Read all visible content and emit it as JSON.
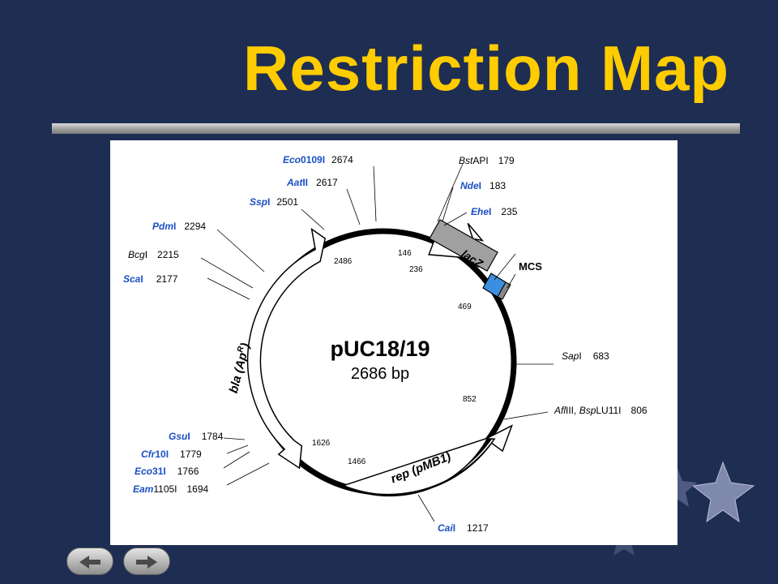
{
  "slide": {
    "title": "Restriction Map"
  },
  "plasmid": {
    "name": "pUC18/19",
    "size": "2686 bp",
    "colors": {
      "site_blue": "#1a4fc4",
      "lacz_fill": "#a0a0a0",
      "mcs_fill": "#3c8fe0"
    },
    "features": {
      "bla_pre": "bla (Ap",
      "bla_sup": "R",
      "bla_post": ")",
      "lacz": "lacZ",
      "mcs": "MCS",
      "rep": "rep (pMB1)"
    },
    "coords": {
      "c2486": "2486",
      "c146": "146",
      "c236": "236",
      "c469": "469",
      "c852": "852",
      "c1626": "1626",
      "c1466": "1466"
    },
    "sites": {
      "eco0109": {
        "italic": "Eco",
        "rest": "0109I",
        "pos": "2674"
      },
      "aat": {
        "italic": "Aat",
        "rest": "II",
        "pos": "2617"
      },
      "ssp": {
        "italic": "Ssp",
        "rest": "I",
        "pos": "2501"
      },
      "pdm": {
        "italic": "Pdm",
        "rest": "I",
        "pos": "2294"
      },
      "bcg": {
        "italic": "Bcg",
        "rest": "I",
        "pos": "2215"
      },
      "sca": {
        "italic": "Sca",
        "rest": "I",
        "pos": "2177"
      },
      "gsu": {
        "italic": "Gsu",
        "rest": "I",
        "pos": "1784"
      },
      "cfr10": {
        "italic": "Cfr",
        "rest": "10I",
        "pos": "1779"
      },
      "eco31": {
        "italic": "Eco",
        "rest": "31I",
        "pos": "1766"
      },
      "eam1105": {
        "italic": "Eam",
        "rest": "1105I",
        "pos": "1694"
      },
      "bstap": {
        "italic": "Bst",
        "rest": "API",
        "pos": "179"
      },
      "nde": {
        "italic": "Nde",
        "rest": "I",
        "pos": "183"
      },
      "ehe": {
        "italic": "Ehe",
        "rest": "I",
        "pos": "235"
      },
      "sap": {
        "italic": "Sap",
        "rest": "I",
        "pos": "683"
      },
      "afl3": {
        "it1": "Afl",
        "r1": "III, ",
        "it2": "Bsp",
        "r2": "LU11I",
        "pos": "806"
      },
      "cai": {
        "italic": "Cai",
        "rest": "I",
        "pos": "1217"
      }
    }
  },
  "nav": {
    "prev_icon": "left-arrow-icon",
    "next_icon": "right-arrow-icon"
  }
}
